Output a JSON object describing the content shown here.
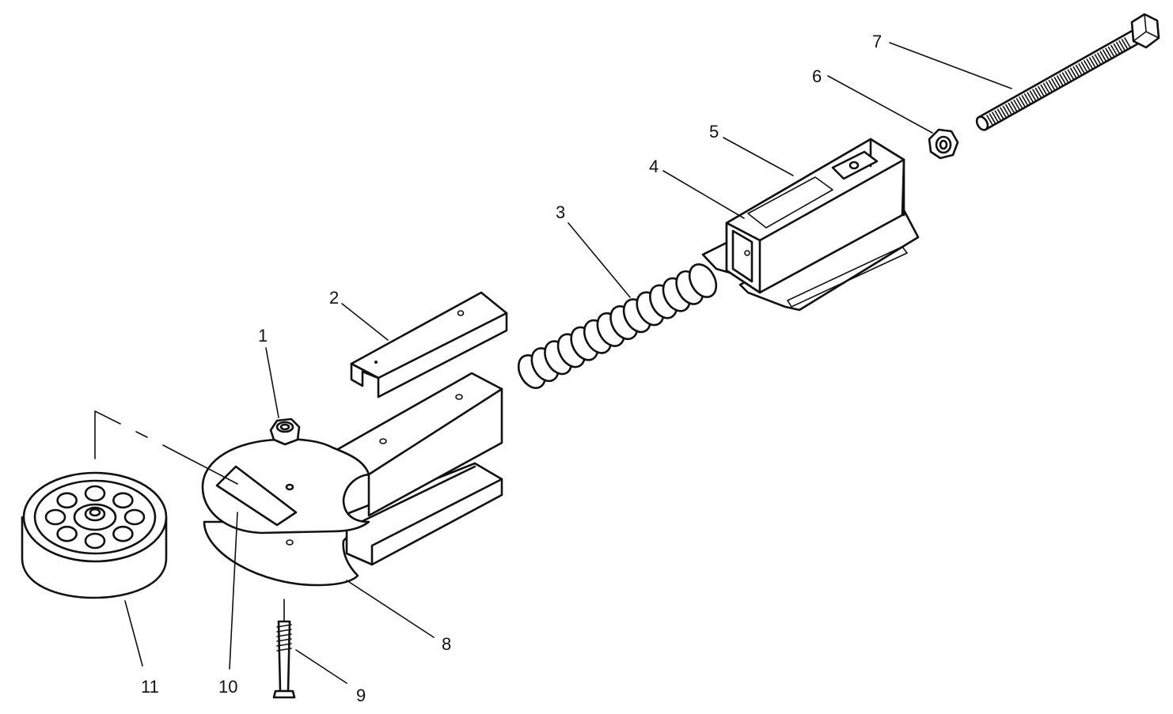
{
  "diagram": {
    "callouts": [
      "1",
      "2",
      "3",
      "4",
      "5",
      "6",
      "7",
      "8",
      "9",
      "10",
      "11"
    ]
  },
  "colors": {
    "line": "#111111",
    "background": "#ffffff"
  }
}
